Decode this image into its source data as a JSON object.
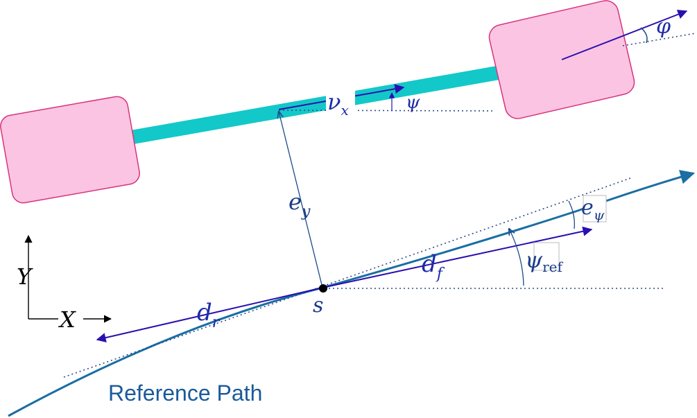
{
  "labels": {
    "nu": "ν",
    "nu_sub": "x",
    "psi": "ψ",
    "phi": "φ",
    "e": "e",
    "e_y_sub": "y",
    "e_psi_sub": "ψ",
    "d": "d",
    "d_f_sub": "f",
    "d_r_sub": "r",
    "psi_ref": "ψ",
    "psi_ref_sub": "ref",
    "s": "s",
    "axis_y": "Y",
    "axis_x": "X",
    "path_title": "Reference Path"
  },
  "colors": {
    "body_fill": "#fbc4e2",
    "body_stroke": "#d6337e",
    "beam": "#13c8c8",
    "vector": "#2a0fb0",
    "path": "#1a6ea3",
    "label_blue": "#1e2aa8",
    "label_navy": "#1c3c8a",
    "dotted": "#2b4a8a",
    "axes": "#000000"
  }
}
